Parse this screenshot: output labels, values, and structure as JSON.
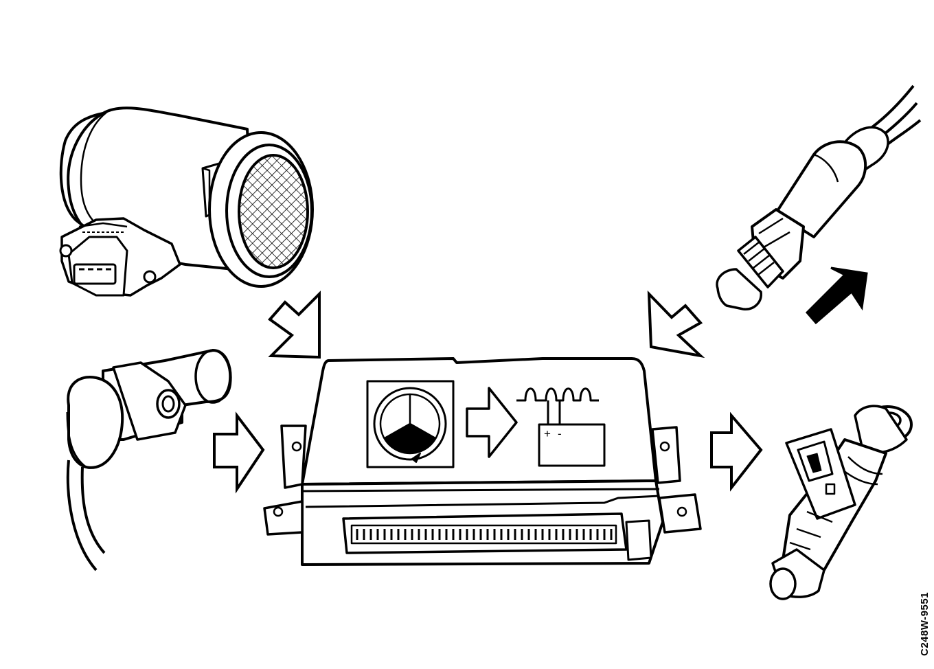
{
  "figure_code": "C248W-9551",
  "ecu_panel": {
    "battery_plus": "+",
    "battery_minus": "-"
  },
  "components": [
    {
      "id": "mass-air-flow-sensor",
      "icon": "air-flow-meter-icon"
    },
    {
      "id": "crankshaft-position-sensor",
      "icon": "crank-sensor-icon"
    },
    {
      "id": "oxygen-sensor",
      "icon": "lambda-sensor-icon"
    },
    {
      "id": "fuel-injector",
      "icon": "injector-icon"
    },
    {
      "id": "engine-control-module",
      "icon": "ecu-icon"
    }
  ],
  "colors": {
    "line": "#000000",
    "background": "#ffffff"
  }
}
